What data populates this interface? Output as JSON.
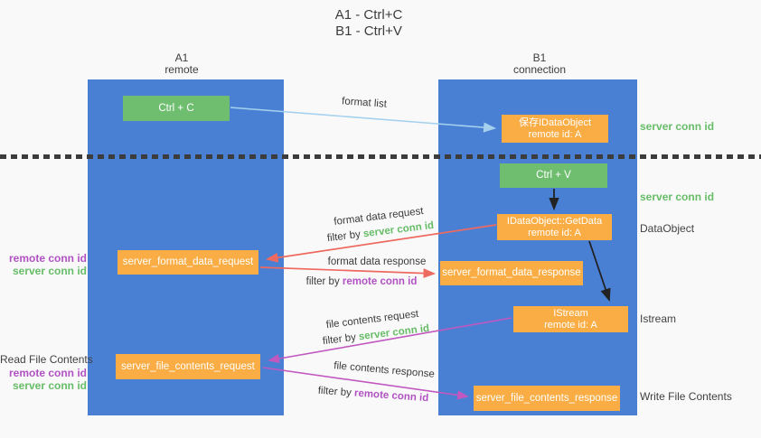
{
  "title": {
    "line1": "A1 - Ctrl+C",
    "line2": "B1 - Ctrl+V"
  },
  "lifelines": {
    "left": {
      "name": "A1",
      "role": "remote"
    },
    "right": {
      "name": "B1",
      "role": "connection"
    }
  },
  "nodes": {
    "ctrl_c": {
      "label": "Ctrl + C"
    },
    "ctrl_v": {
      "label": "Ctrl + V"
    },
    "save_idataobject": {
      "line1": "保存IDataObject",
      "line2": "remote id: A"
    },
    "getdata": {
      "line1": "IDataObject::GetData",
      "line2": "remote id: A"
    },
    "istream": {
      "line1": "IStream",
      "line2": "remote id: A"
    },
    "server_format_data_request": {
      "label": "server_format_data_request"
    },
    "server_format_data_response": {
      "label": "server_format_data_response"
    },
    "server_file_contents_request": {
      "label": "server_file_contents_request"
    },
    "server_file_contents_response": {
      "label": "server_file_contents_response"
    }
  },
  "edge_labels": {
    "format_list": "format list",
    "format_data_request": "format data request",
    "format_data_response": "format data response",
    "file_contents_request": "file contents request",
    "file_contents_response": "file contents response",
    "filter_by": "filter by",
    "server_conn_id": "server conn id",
    "remote_conn_id": "remote conn id"
  },
  "side_labels": {
    "server_conn_id": "server conn id",
    "remote_conn_id": "remote conn id",
    "dataobject": "DataObject",
    "istream": "Istream",
    "read_file_contents": "Read File Contents",
    "write_file_contents": "Write File Contents"
  },
  "colors": {
    "lifeline_blue": "#4a80d4",
    "node_green": "#6fbe70",
    "node_orange": "#f9ad44",
    "arrow_blue": "#a5d1ee",
    "arrow_red": "#ee6a60",
    "arrow_purple": "#c158c0",
    "arrow_black": "#222222",
    "text_green": "#67bd67",
    "text_purple": "#b152c2"
  }
}
